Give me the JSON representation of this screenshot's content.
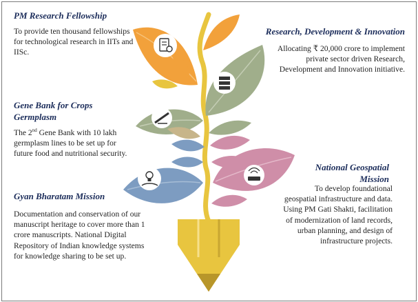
{
  "sections": {
    "pm_research": {
      "title": "PM Research Fellowship",
      "text": "To provide ten thousand fellowships for technological research in IITs and IISc."
    },
    "rdi": {
      "title": "Research, Development & Innovation",
      "text": "Allocating ₹ 20,000 crore to implement private sector driven Research, Development and Innovation initiative."
    },
    "gene_bank": {
      "title_line1": "Gene Bank for Crops",
      "title_line2": "Germplasm",
      "text_prefix": "The 2",
      "text_sup": "nd",
      "text_suffix": " Gene Bank with 10 lakh germplasm lines to be set up for future food and nutritional security."
    },
    "geospatial": {
      "title_line1": "National Geospatial",
      "title_line2": "Mission",
      "text": "To develop foundational geospatial infrastructure and data. Using PM Gati Shakti, facilitation of modernization of land records, urban planning, and design of infrastructure projects."
    },
    "gyan": {
      "title": "Gyan Bharatam Mission",
      "text": "Documentation and conservation of our manuscript heritage to cover more than 1 crore manuscripts. National Digital Repository of Indian knowledge systems for knowledge sharing to be set up."
    }
  },
  "icons": [
    "document-gear-icon",
    "server-icon",
    "telescope-icon",
    "lightbulb-hand-icon",
    "wifi-router-icon"
  ],
  "colors": {
    "orange": "#f2a13b",
    "sage": "#a0ae8b",
    "blue": "#7d9cc1",
    "pink": "#cf8ea8",
    "pencil": "#e8c53f",
    "title": "#1b2c5a"
  }
}
